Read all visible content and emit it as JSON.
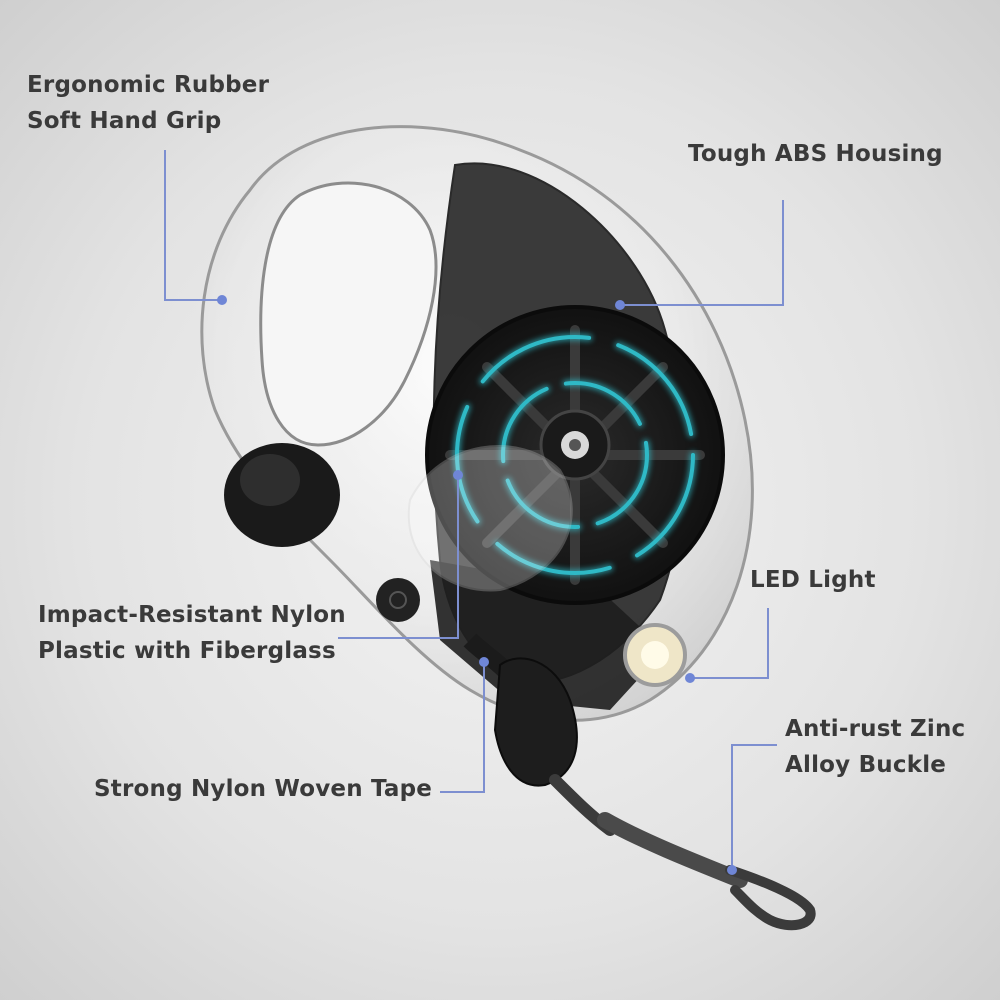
{
  "callouts": {
    "grip": {
      "lines": [
        "Ergonomic Rubber",
        "Soft Hand Grip"
      ]
    },
    "housing": {
      "lines": [
        "Tough ABS Housing"
      ]
    },
    "nylon": {
      "lines": [
        "Impact-Resistant Nylon",
        "Plastic with Fiberglass"
      ]
    },
    "led": {
      "lines": [
        "LED Light"
      ]
    },
    "tape": {
      "lines": [
        "Strong Nylon Woven Tape"
      ]
    },
    "buckle": {
      "lines": [
        "Anti-rust Zinc",
        "Alloy Buckle"
      ]
    }
  },
  "colors": {
    "text": "#3a3a3a",
    "leader": "#7d8fd0",
    "dot": "#6f86d6",
    "accent_ring": "#2fb9c6"
  }
}
